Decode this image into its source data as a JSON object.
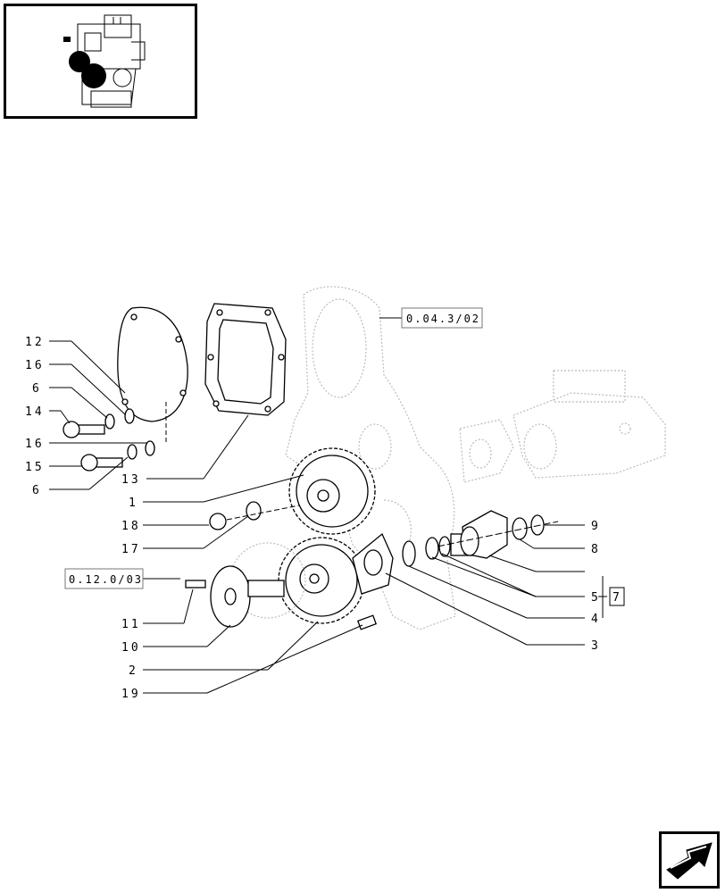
{
  "labels": {
    "p1": "1",
    "p2": "2",
    "p3": "3",
    "p4": "4",
    "p5": "5",
    "p6a": "6",
    "p6b": "6",
    "p7": "7",
    "p8": "8",
    "p9": "9",
    "p10": "10",
    "p11": "11",
    "p12": "12",
    "p13": "13",
    "p14": "14",
    "p15": "15",
    "p16a": "16",
    "p16b": "16",
    "p17": "17",
    "p18": "18",
    "p19": "19"
  },
  "references": {
    "ref_top": "0.04.3/02",
    "ref_left": "0.12.0/03"
  },
  "icons": {
    "thumbnail": "engine-thumbnail-icon",
    "nav": "next-page-arrow-icon"
  }
}
